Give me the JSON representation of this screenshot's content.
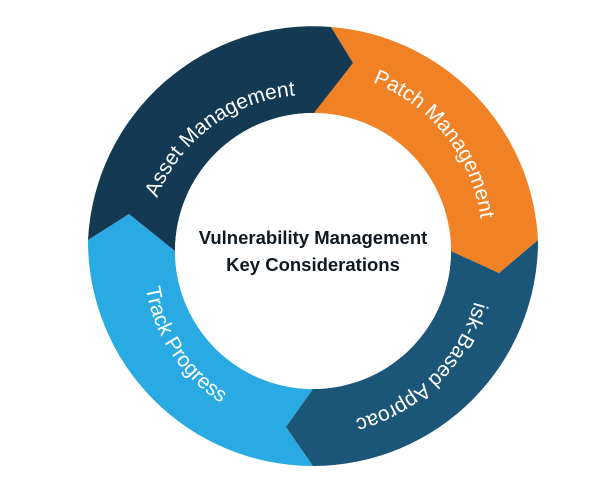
{
  "diagram": {
    "center_title_line1": "Vulnerability Management",
    "center_title_line2": "Key Considerations",
    "segments": [
      {
        "label": "Asset Management",
        "color": "#133a52"
      },
      {
        "label": "Patch Management",
        "color": "#f08125"
      },
      {
        "label": "Risk-Based Approach",
        "color": "#1b5678"
      },
      {
        "label": "Track Progress",
        "color": "#29aae2"
      }
    ],
    "center_color": "#ffffff"
  }
}
